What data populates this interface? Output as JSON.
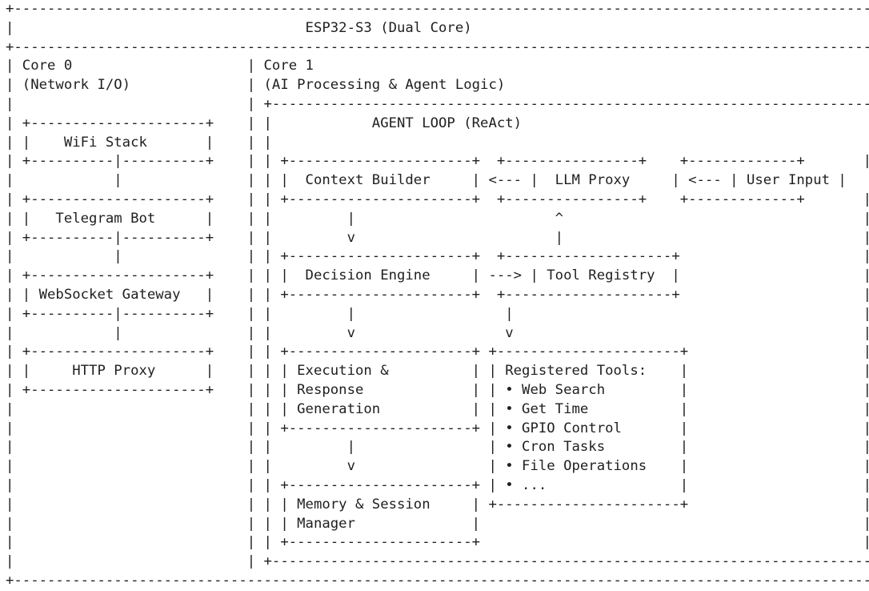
{
  "diagram": {
    "lines": [
      "+---------------------------------------------------------------------------------------------------------+",
      "|                                   ESP32-S3 (Dual Core)                                                  |",
      "+---------------------------------------------------------------------------------------------------------+",
      "| Core 0                     | Core 1                                                                     |",
      "| (Network I/O)              | (AI Processing & Agent Logic)                                              |",
      "|                            | +------------------------------------------------------------------------+ |",
      "| +---------------------+    | |            AGENT LOOP (ReAct)                                          | |",
      "| |    WiFi Stack       |    | |                                                                        | |",
      "| +----------|----------+    | | +----------------------+  +----------------+    +-------------+       | |",
      "|            |               | | |  Context Builder     | <--- |  LLM Proxy     | <--- | User Input |    | |",
      "| +---------------------+    | | +----------------------+  +----------------+    +-------------+       | |",
      "| |   Telegram Bot      |    | |         |                        ^                                    | |",
      "| +----------|----------+    | |         v                        |                                    | |",
      "|            |               | | +----------------------+  +--------------------+                      | |",
      "| +---------------------+    | | |  Decision Engine     | ---> | Tool Registry  |                      | |",
      "| | WebSocket Gateway   |    | | +----------------------+  +--------------------+                      | |",
      "| +----------|----------+    | |         |                  |                                          | |",
      "|            |               | |         v                  v                                          | |",
      "| +---------------------+    | | +----------------------+ +----------------------+                     | |",
      "| |     HTTP Proxy      |    | | | Execution &          | | Registered Tools:    |                     | |",
      "| +---------------------+    | | | Response             | | • Web Search         |                     | |",
      "|                            | | | Generation           | | • Get Time           |                     | |",
      "|                            | | +----------------------+ | • GPIO Control       |                     | |",
      "|                            | |         |                | • Cron Tasks         |                     | |",
      "|                            | |         v                | • File Operations    |                     | |",
      "|                            | | +----------------------+ | • ...                |                     | |",
      "|                            | | | Memory & Session     | +----------------------+                     | |",
      "|                            | | | Manager              |                                              | |",
      "|                            | | +----------------------+                                              | |",
      "|                            | +------------------------------------------------------------------------+ |",
      "+---------------------------------------------------------------------------------------------------------+"
    ]
  }
}
